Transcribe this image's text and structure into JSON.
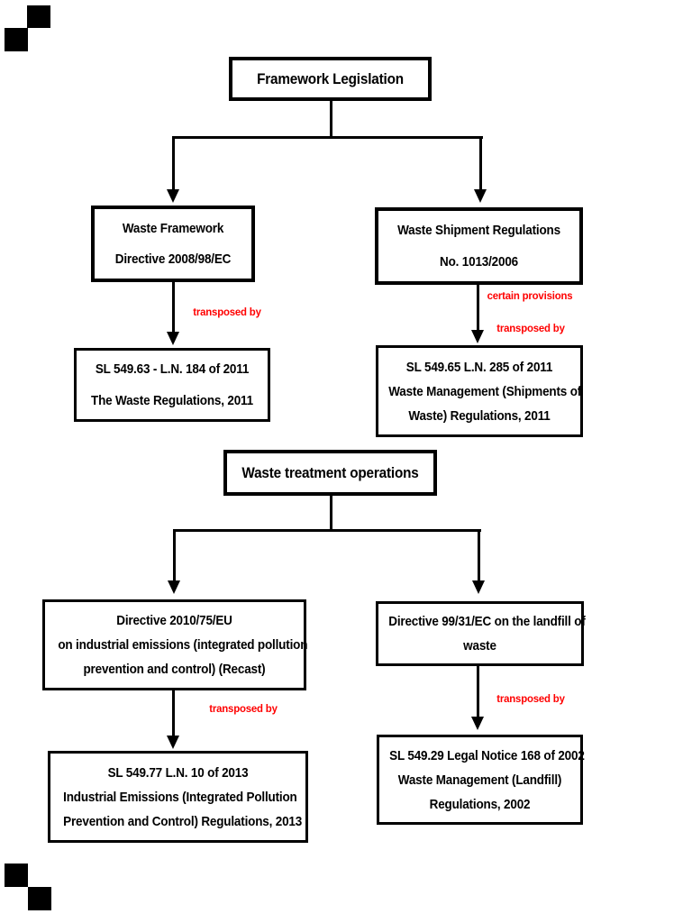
{
  "diagram": {
    "nodes": {
      "framework_legislation": {
        "lines": [
          "Framework Legislation"
        ]
      },
      "waste_framework": {
        "lines": [
          "Waste Framework",
          "Directive 2008/98/EC"
        ]
      },
      "waste_shipment": {
        "lines": [
          "Waste Shipment Regulations",
          "No. 1013/2006"
        ]
      },
      "sl_549_63": {
        "lines": [
          "SL 549.63 - L.N. 184 of 2011",
          "The Waste Regulations, 2011"
        ]
      },
      "sl_549_65": {
        "lines": [
          "SL 549.65 L.N. 285 of 2011",
          "Waste Management (Shipments of",
          "Waste) Regulations, 2011"
        ]
      },
      "waste_treatment": {
        "lines": [
          "Waste treatment operations"
        ]
      },
      "directive_2010_75": {
        "lines": [
          "Directive 2010/75/EU",
          "on industrial emissions (integrated pollution",
          "prevention and control) (Recast)"
        ]
      },
      "directive_99_31": {
        "lines": [
          "Directive 99/31/EC on the landfill of",
          "waste"
        ]
      },
      "sl_549_77": {
        "lines": [
          "SL 549.77 L.N. 10 of 2013",
          "Industrial Emissions (Integrated Pollution",
          "Prevention and Control) Regulations, 2013"
        ]
      },
      "sl_549_29": {
        "lines": [
          "SL 549.29 Legal Notice 168 of 2002",
          "Waste Management (Landfill)",
          "Regulations, 2002"
        ]
      }
    },
    "edge_labels": {
      "wfd_transposed": "transposed by",
      "wsr_certain_provisions": "certain provisions",
      "wsr_transposed": "transposed by",
      "ied_transposed": "transposed by",
      "landfill_transposed": "transposed by"
    },
    "colors": {
      "label_red": "#ff0000",
      "line_black": "#000000",
      "background": "#ffffff"
    }
  }
}
